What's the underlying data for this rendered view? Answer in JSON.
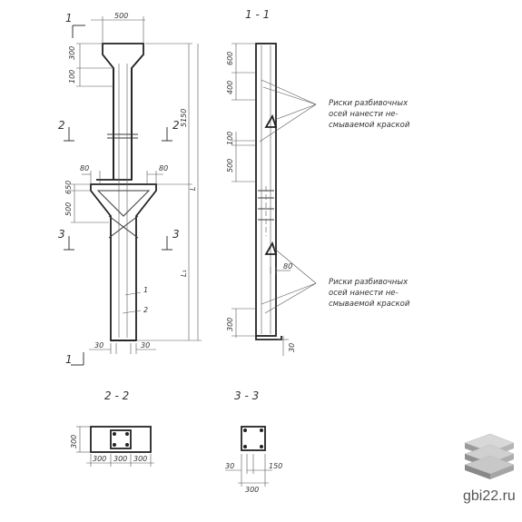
{
  "sections": {
    "s11": "1 - 1",
    "s22": "2 - 2",
    "s33": "3 - 3",
    "mark1": "1",
    "mark2": "2",
    "mark3": "3"
  },
  "dims": {
    "d500": "500",
    "d300": "300",
    "d100": "100",
    "d5150": "5150",
    "dL": "L",
    "dL1": "L₁",
    "d80": "80",
    "d650": "650",
    "d30": "30",
    "d600": "600",
    "d400": "400",
    "d150": "150",
    "p1": "1",
    "p2": "2"
  },
  "notes": {
    "line1": "Риски разбивочных",
    "line2": "осей нанести не-",
    "line3": "смываемой краской"
  },
  "watermark": {
    "text": "gbi22.ru"
  }
}
